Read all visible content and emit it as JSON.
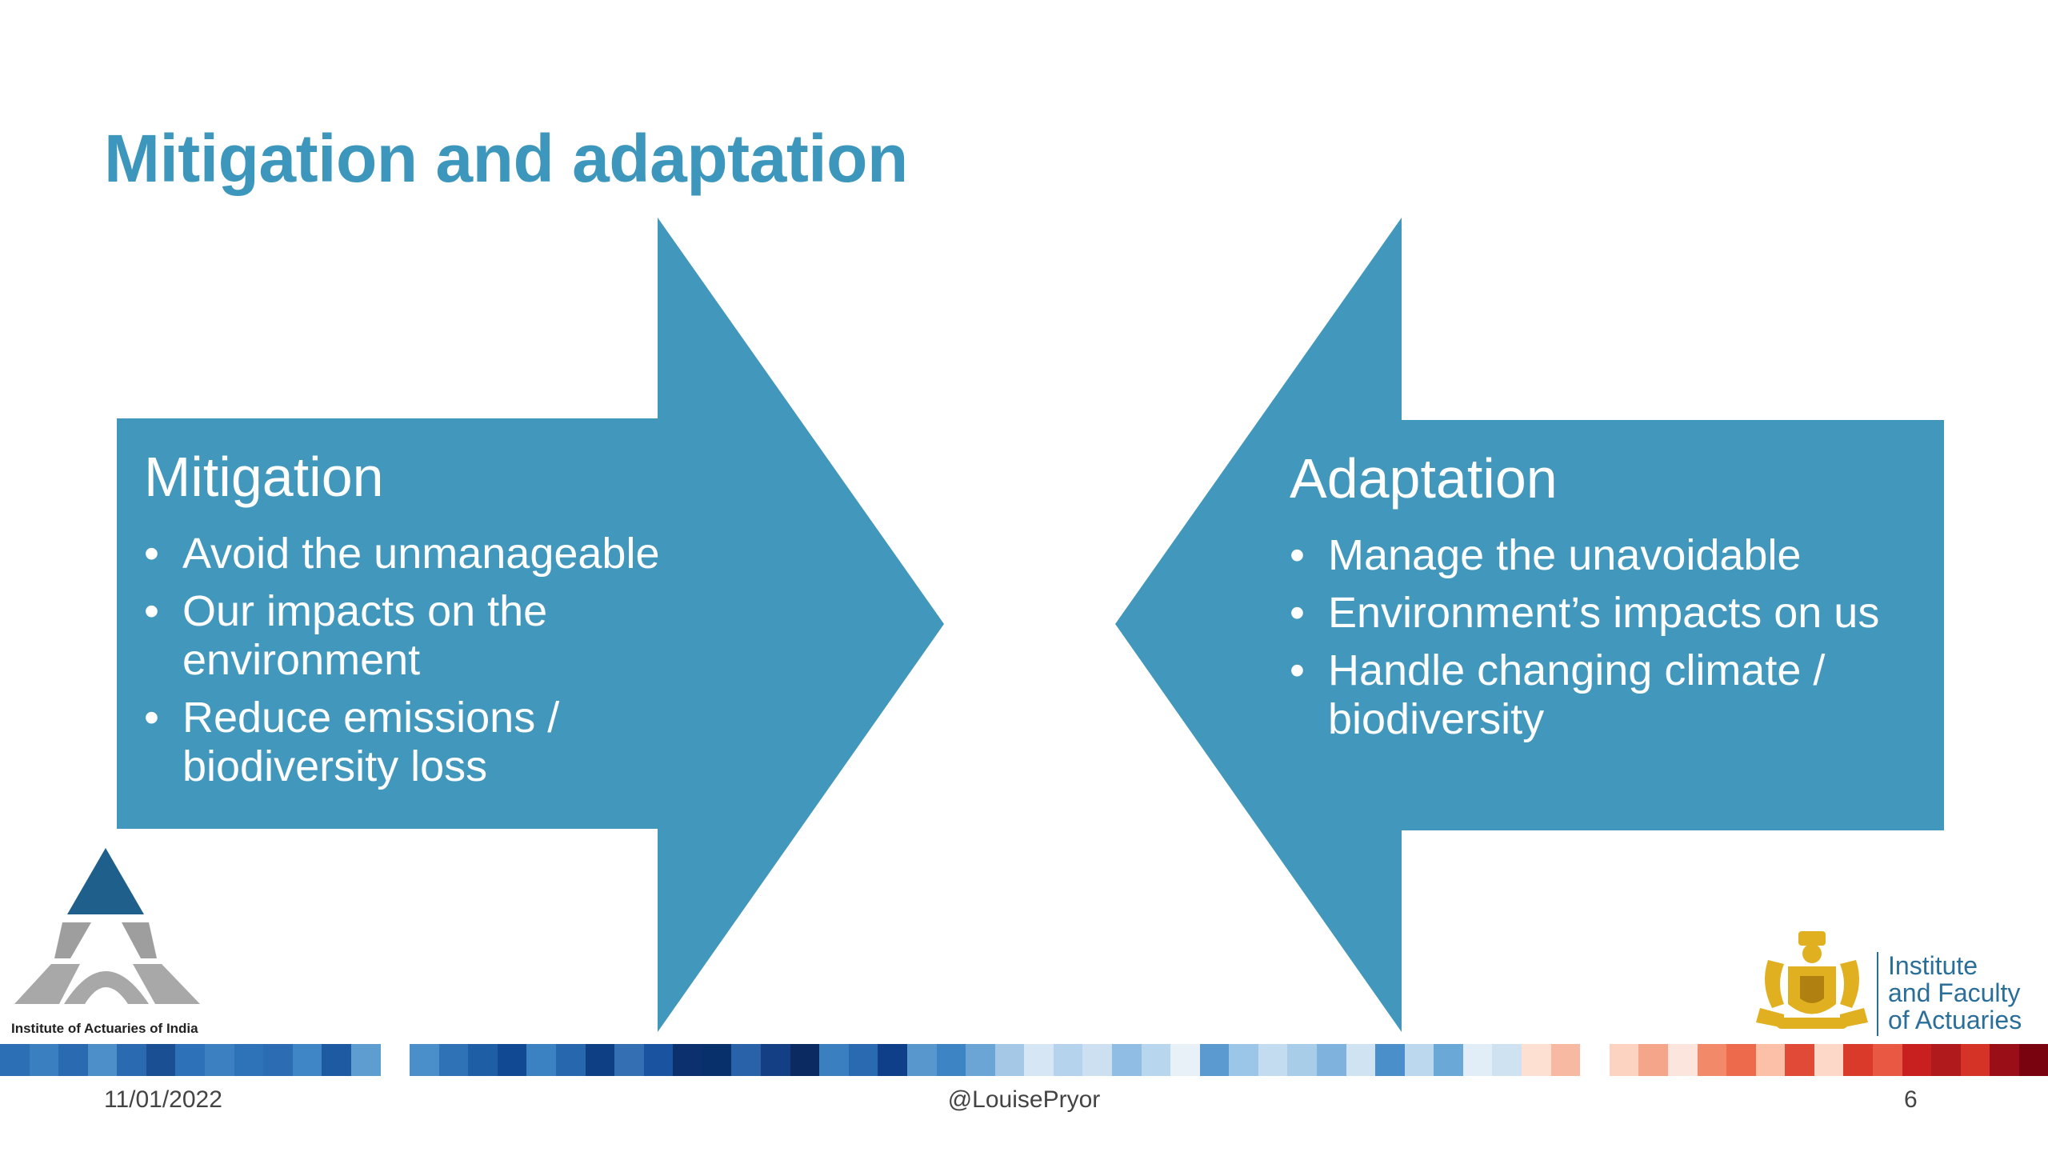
{
  "slide": {
    "title": "Mitigation and adaptation",
    "accent_color": "#4297bd",
    "mitigation": {
      "heading": "Mitigation",
      "bullets": [
        "Avoid the unmanageable",
        "Our impacts on the environment",
        "Reduce emissions / biodiversity loss"
      ]
    },
    "adaptation": {
      "heading": "Adaptation",
      "bullets": [
        "Manage the unavoidable",
        "Environment’s impacts on us",
        "Handle changing climate / biodiversity"
      ]
    },
    "bullet_glyph": "•"
  },
  "logos": {
    "left_caption": "Institute of Actuaries of India",
    "right_lines": [
      "Institute",
      "and Faculty",
      "of Actuaries"
    ],
    "left_icon": "iai-triangle-logo-icon",
    "right_icon": "ifoa-crest-icon"
  },
  "footer": {
    "date": "11/01/2022",
    "handle": "@LouisePryor",
    "page_number": "6"
  },
  "stripe_colors": [
    "#2d6fb5",
    "#3a7fc0",
    "#2a6ab0",
    "#4d8fc9",
    "#2a6ab0",
    "#1a4f93",
    "#2d72b8",
    "#3d80c2",
    "#2e73b8",
    "#2b6cb2",
    "#3f86c6",
    "#1e5aa1",
    "#5d9dd0",
    "#ffffff",
    "#4a8fca",
    "#2f73b6",
    "#1e5ea4",
    "#114a92",
    "#3b82c2",
    "#2767ad",
    "#0e3f85",
    "#356fb3",
    "#1a54a0",
    "#0c2f6e",
    "#08306b",
    "#2a62a9",
    "#153f84",
    "#0b2a62",
    "#3a7fc0",
    "#2a6ab0",
    "#0f3f88",
    "#5797cd",
    "#3d84c4",
    "#6aa5d5",
    "#a4c8e6",
    "#d6e6f4",
    "#b5d3ec",
    "#cde0f1",
    "#8fbde3",
    "#b8d6ee",
    "#e8f0f8",
    "#5a9ad0",
    "#9cc6e8",
    "#c4dcf0",
    "#a8cde9",
    "#7fb2dd",
    "#d0e3f3",
    "#4a8fca",
    "#bcd8ee",
    "#6aa8d8",
    "#e1edf7",
    "#cfe2f2",
    "#fde0d2",
    "#f7b9a2",
    "#ffffff",
    "#fcd3c0",
    "#f4a58a",
    "#fbe5dc",
    "#f28a6a",
    "#ee6a4c",
    "#fcbfa7",
    "#e04a36",
    "#fdd8c8",
    "#d93a2a",
    "#e85842",
    "#c8201f",
    "#b01a1c",
    "#d43325",
    "#9a0f17",
    "#7a0310"
  ]
}
